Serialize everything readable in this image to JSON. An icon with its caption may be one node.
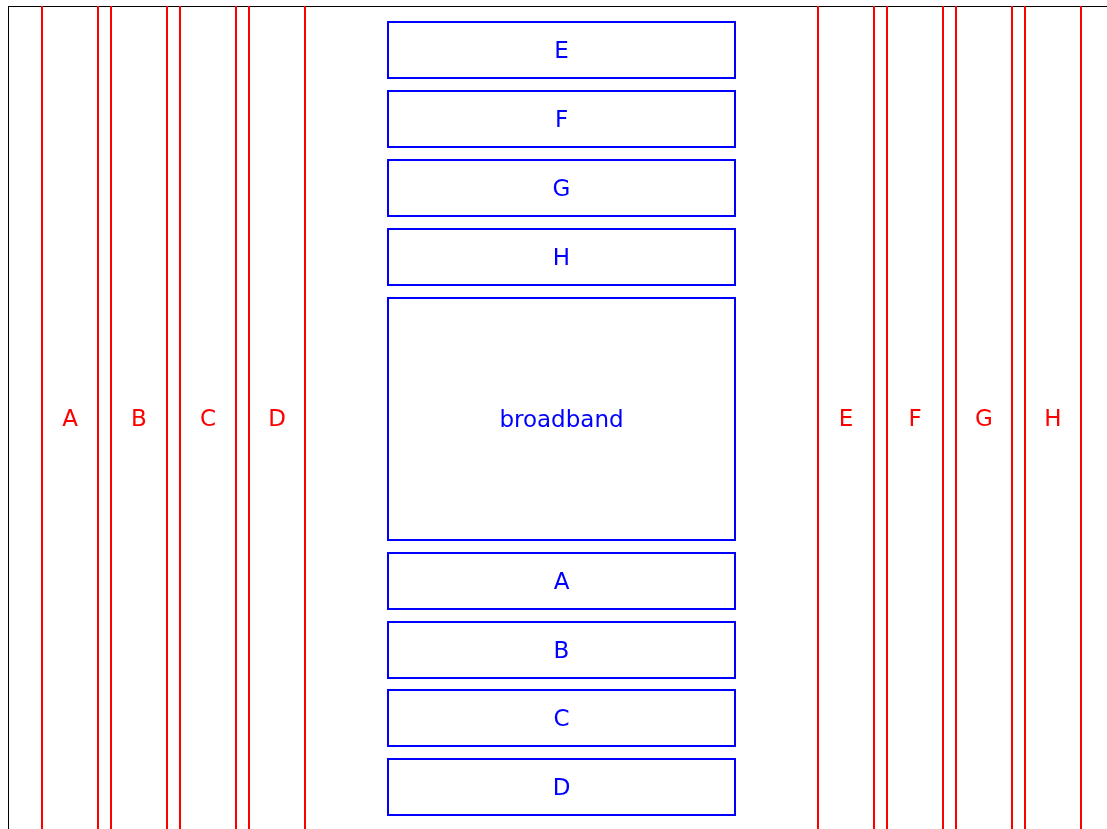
{
  "diagram": {
    "nodes": [
      {
        "text": [
          "A"
        ]
      },
      {
        "text": [
          "B"
        ]
      },
      {
        "text": [
          "C"
        ]
      },
      {
        "text": [
          "D"
        ]
      },
      {
        "text": [
          "E"
        ]
      },
      {
        "text": [
          "F"
        ]
      },
      {
        "text": [
          "G"
        ]
      },
      {
        "text": [
          "H"
        ]
      },
      {
        "text": [
          "broadband"
        ]
      },
      {
        "text": [
          "A"
        ]
      },
      {
        "text": [
          "B"
        ]
      },
      {
        "text": [
          "C"
        ]
      },
      {
        "text": [
          "D"
        ]
      },
      {
        "text": [
          "E"
        ]
      },
      {
        "text": [
          "F"
        ]
      },
      {
        "text": [
          "G"
        ]
      },
      {
        "text": [
          "H"
        ]
      }
    ]
  }
}
